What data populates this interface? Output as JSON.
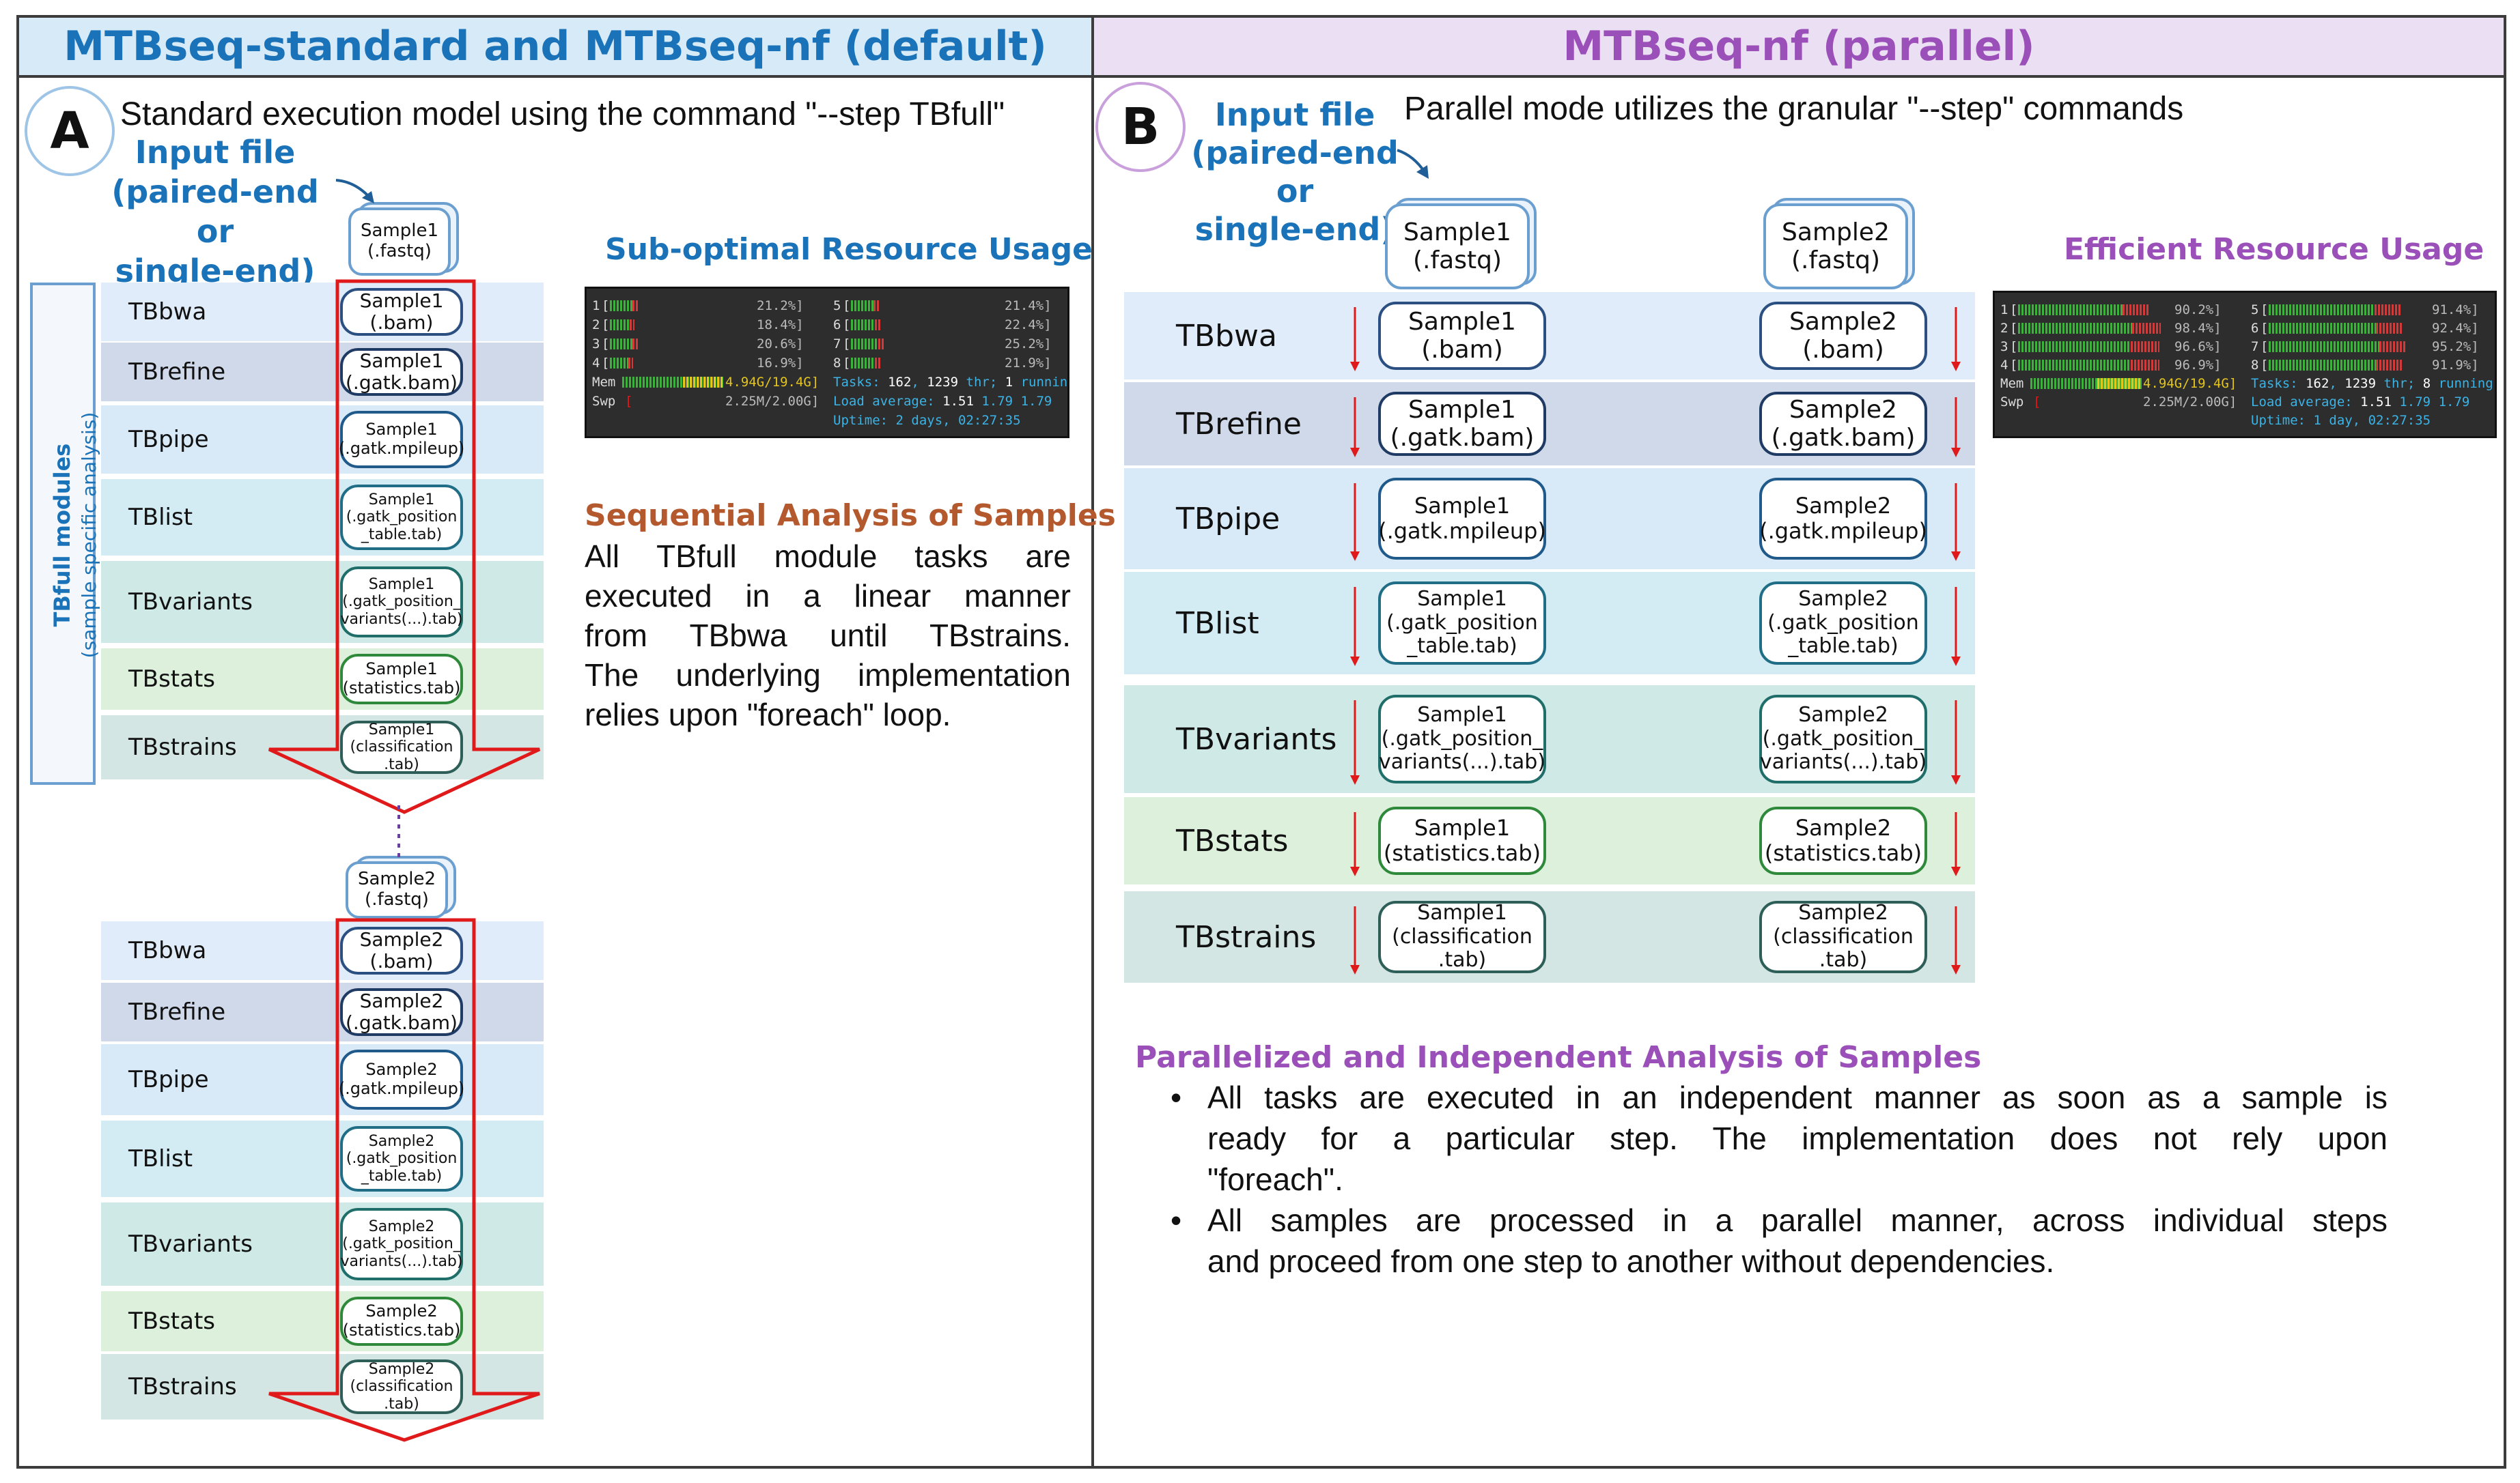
{
  "colors": {
    "header_a_bg": "#d7eaf8",
    "header_a_text": "#1a73b8",
    "header_b_bg": "#ebe0f3",
    "header_b_text": "#9a50b8",
    "arrow_red": "#e0191b",
    "sequential_heading": "#b4582d",
    "parallel_heading": "#9a50b8",
    "blue_heading": "#1a73b8"
  },
  "panel_a": {
    "header": "MTBseq-standard and MTBseq-nf (default)",
    "badge": "A",
    "description": "Standard execution model using the command \"--step TBfull\"",
    "input_file_label": [
      "Input file",
      "(paired-end or",
      "single-end)"
    ],
    "side_label": [
      "TBfull modules",
      "(sample specific analysis)"
    ],
    "sample1_input": [
      "Sample1",
      "(.fastq)"
    ],
    "sample2_input": [
      "Sample2",
      "(.fastq)"
    ],
    "modules": [
      "TBbwa",
      "TBrefine",
      "TBpipe",
      "TBlist",
      "TBvariants",
      "TBstats",
      "TBstrains"
    ],
    "sample1_outputs": [
      [
        "Sample1",
        "(.bam)"
      ],
      [
        "Sample1",
        "(.gatk.bam)"
      ],
      [
        "Sample1",
        "(.gatk.mpileup)"
      ],
      [
        "Sample1",
        "(.gatk_position",
        "_table.tab)"
      ],
      [
        "Sample1",
        "(.gatk_position_",
        "variants(...).tab)"
      ],
      [
        "Sample1",
        "(statistics.tab)"
      ],
      [
        "Sample1",
        "(classification",
        ".tab)"
      ]
    ],
    "sample2_outputs": [
      [
        "Sample2",
        "(.bam)"
      ],
      [
        "Sample2",
        "(.gatk.bam)"
      ],
      [
        "Sample2",
        "(.gatk.mpileup)"
      ],
      [
        "Sample2",
        "(.gatk_position",
        "_table.tab)"
      ],
      [
        "Sample2",
        "(.gatk_position_",
        "variants(...).tab)"
      ],
      [
        "Sample2",
        "(statistics.tab)"
      ],
      [
        "Sample2",
        "(classification",
        ".tab)"
      ]
    ],
    "resource_title": "Sub-optimal Resource Usage",
    "terminal": {
      "cpus_left": [
        [
          "1",
          "21.2%"
        ],
        [
          "2",
          "18.4%"
        ],
        [
          "3",
          "20.6%"
        ],
        [
          "4",
          "16.9%"
        ]
      ],
      "cpus_right": [
        [
          "5",
          "21.4%"
        ],
        [
          "6",
          "22.4%"
        ],
        [
          "7",
          "25.2%"
        ],
        [
          "8",
          "21.9%"
        ]
      ],
      "cpu_fill": [
        0.21,
        0.18,
        0.21,
        0.17,
        0.21,
        0.22,
        0.25,
        0.22
      ],
      "mem_label": "Mem",
      "mem_value": "4.94G/19.4G",
      "swp_label": "Swp",
      "swp_value": "2.25M/2.00G",
      "tasks_prefix": "Tasks:",
      "tasks": "162",
      "thr": "1239",
      "thr_suffix": "thr;",
      "running": "1",
      "running_suffix": "running",
      "load_prefix": "Load average:",
      "load1": "1.51",
      "load2": "1.79",
      "load3": "1.79",
      "uptime": "Uptime: 2 days, 02:27:35"
    },
    "sequential_title": "Sequential Analysis of Samples",
    "sequential_body": [
      "All TBfull module tasks are",
      "executed in a linear manner",
      "from TBbwa until TBstrains.",
      "The underlying implementation",
      "relies upon \"foreach\" loop."
    ]
  },
  "panel_b": {
    "header": "MTBseq-nf (parallel)",
    "badge": "B",
    "description": "Parallel mode utilizes the granular \"--step\" commands",
    "input_file_label": [
      "Input file",
      "(paired-end or",
      "single-end)"
    ],
    "sample1_input": [
      "Sample1",
      "(.fastq)"
    ],
    "sample2_input": [
      "Sample2",
      "(.fastq)"
    ],
    "modules": [
      "TBbwa",
      "TBrefine",
      "TBpipe",
      "TBlist",
      "TBvariants",
      "TBstats",
      "TBstrains"
    ],
    "sample1_outputs": [
      [
        "Sample1",
        "(.bam)"
      ],
      [
        "Sample1",
        "(.gatk.bam)"
      ],
      [
        "Sample1",
        "(.gatk.mpileup)"
      ],
      [
        "Sample1",
        "(.gatk_position",
        "_table.tab)"
      ],
      [
        "Sample1",
        "(.gatk_position_",
        "variants(...).tab)"
      ],
      [
        "Sample1",
        "(statistics.tab)"
      ],
      [
        "Sample1",
        "(classification",
        ".tab)"
      ]
    ],
    "sample2_outputs": [
      [
        "Sample2",
        "(.bam)"
      ],
      [
        "Sample2",
        "(.gatk.bam)"
      ],
      [
        "Sample2",
        "(.gatk.mpileup)"
      ],
      [
        "Sample2",
        "(.gatk_position",
        "_table.tab)"
      ],
      [
        "Sample2",
        "(.gatk_position_",
        "variants(...).tab)"
      ],
      [
        "Sample2",
        "(statistics.tab)"
      ],
      [
        "Sample2",
        "(classification",
        ".tab)"
      ]
    ],
    "resource_title": "Efficient Resource Usage",
    "terminal": {
      "cpus_left": [
        [
          "1",
          "90.2%"
        ],
        [
          "2",
          "98.4%"
        ],
        [
          "3",
          "96.6%"
        ],
        [
          "4",
          "96.9%"
        ]
      ],
      "cpus_right": [
        [
          "5",
          "91.4%"
        ],
        [
          "6",
          "92.4%"
        ],
        [
          "7",
          "95.2%"
        ],
        [
          "8",
          "91.9%"
        ]
      ],
      "cpu_fill": [
        0.9,
        0.98,
        0.97,
        0.97,
        0.91,
        0.92,
        0.95,
        0.92
      ],
      "mem_label": "Mem",
      "mem_value": "4.94G/19.4G",
      "swp_label": "Swp",
      "swp_value": "2.25M/2.00G",
      "tasks_prefix": "Tasks:",
      "tasks": "162",
      "thr": "1239",
      "thr_suffix": "thr;",
      "running": "8",
      "running_suffix": "running",
      "load_prefix": "Load average:",
      "load1": "1.51",
      "load2": "1.79",
      "load3": "1.79",
      "uptime": "Uptime: 1 day, 02:27:35"
    },
    "parallel_title": "Parallelized and Independent Analysis of Samples",
    "bullets": [
      [
        "All tasks are executed in an independent manner as soon as a sample  is",
        "ready for  a particular step.  The  implementation does not rely upon",
        "\"foreach\"."
      ],
      [
        "All samples are processed in a parallel manner, across individual steps",
        "and proceed from one step to another without dependencies."
      ]
    ]
  }
}
